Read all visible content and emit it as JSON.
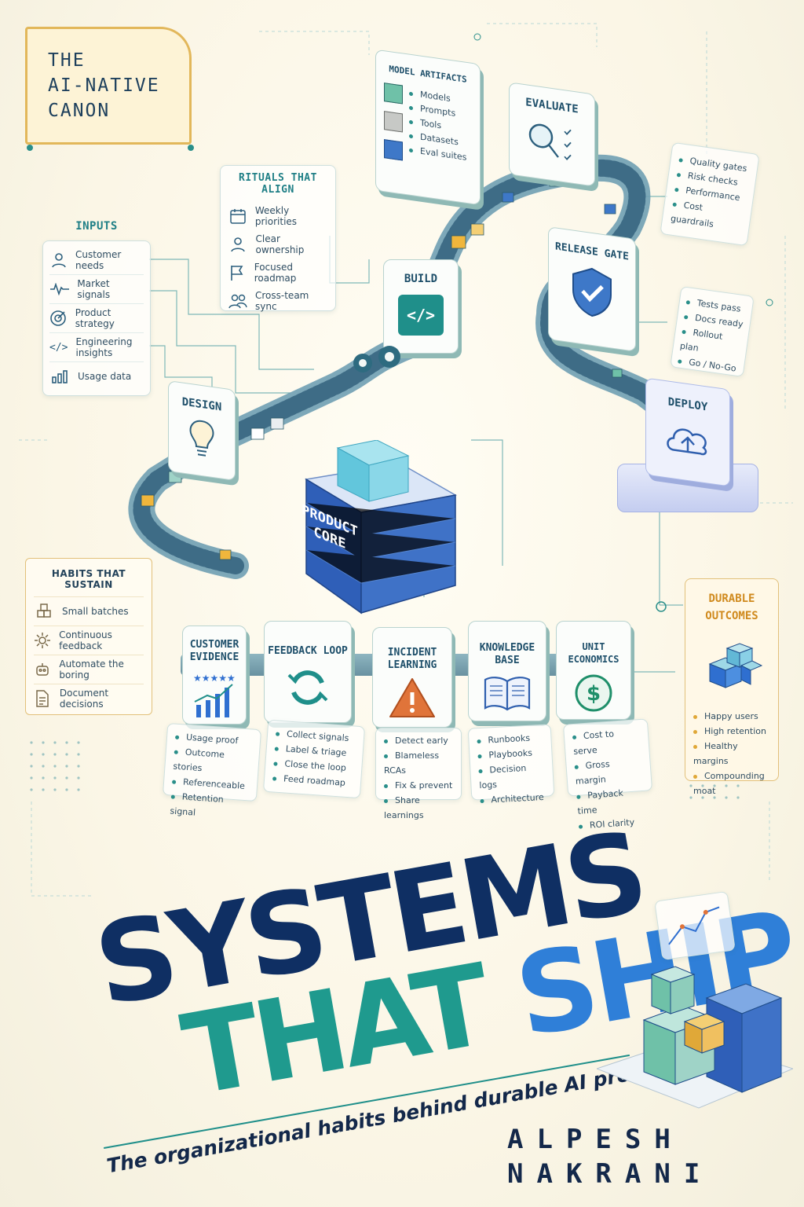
{
  "series_title": [
    "THE",
    "AI-NATIVE",
    "CANON"
  ],
  "inputs": {
    "title": "INPUTS",
    "items": [
      {
        "label": "Customer needs",
        "icon": "user-icon"
      },
      {
        "label": "Market signals",
        "icon": "pulse-icon"
      },
      {
        "label": "Product strategy",
        "icon": "target-icon"
      },
      {
        "label": "Engineering insights",
        "icon": "code-icon"
      },
      {
        "label": "Usage data",
        "icon": "bar-chart-icon"
      }
    ]
  },
  "rituals": {
    "title": "RITUALS THAT ALIGN",
    "items": [
      {
        "label": "Weekly priorities",
        "icon": "calendar-icon"
      },
      {
        "label": "Clear ownership",
        "icon": "user-icon"
      },
      {
        "label": "Focused roadmap",
        "icon": "flag-icon"
      },
      {
        "label": "Cross-team sync",
        "icon": "team-icon"
      }
    ]
  },
  "artifacts": {
    "title": "MODEL ARTIFACTS",
    "items": [
      "Models",
      "Prompts",
      "Tools",
      "Datasets",
      "Eval suites"
    ]
  },
  "stages": {
    "evaluate": "EVALUATE",
    "build": "BUILD",
    "design": "DESIGN",
    "release_gate": "RELEASE GATE",
    "deploy": "DEPLOY"
  },
  "quality": [
    "Quality gates",
    "Risk checks",
    "Performance",
    "Cost guardrails"
  ],
  "release_checks": [
    "Tests pass",
    "Docs ready",
    "Rollout plan",
    "Go / No-Go"
  ],
  "core": [
    "PRODUCT",
    "CORE"
  ],
  "habits": {
    "title": "HABITS THAT SUSTAIN",
    "items": [
      {
        "label": "Small batches",
        "icon": "boxes-icon"
      },
      {
        "label": "Continuous feedback",
        "icon": "gear-icon"
      },
      {
        "label": "Automate the boring",
        "icon": "robot-icon"
      },
      {
        "label": "Document decisions",
        "icon": "document-icon"
      }
    ]
  },
  "modules": [
    {
      "title": [
        "CUSTOMER",
        "EVIDENCE"
      ],
      "icon": "evidence-chart-icon",
      "bullets": [
        "Usage proof",
        "Outcome stories",
        "Referenceable",
        "Retention signal"
      ]
    },
    {
      "title": [
        "FEEDBACK LOOP"
      ],
      "icon": "refresh-icon",
      "bullets": [
        "Collect signals",
        "Label & triage",
        "Close the loop",
        "Feed roadmap"
      ]
    },
    {
      "title": [
        "INCIDENT",
        "LEARNING"
      ],
      "icon": "warning-icon",
      "bullets": [
        "Detect early",
        "Blameless RCAs",
        "Fix & prevent",
        "Share learnings"
      ]
    },
    {
      "title": [
        "KNOWLEDGE",
        "BASE"
      ],
      "icon": "book-icon",
      "bullets": [
        "Runbooks",
        "Playbooks",
        "Decision logs",
        "Architecture"
      ]
    },
    {
      "title": [
        "UNIT",
        "ECONOMICS"
      ],
      "icon": "dollar-icon",
      "bullets": [
        "Cost to serve",
        "Gross margin",
        "Payback time",
        "ROI clarity"
      ]
    }
  ],
  "outcomes": {
    "title": [
      "DURABLE",
      "OUTCOMES"
    ],
    "items": [
      "Happy users",
      "High retention",
      "Healthy margins",
      "Compounding moat"
    ]
  },
  "book": {
    "title_line1": "SYSTEMS",
    "title_line2a": "THAT",
    "title_line2b": "SHIP",
    "subtitle": "The organizational habits behind durable AI products",
    "author_first": "ALPESH",
    "author_last": "NAKRANI"
  },
  "colors": {
    "navy": "#10305e",
    "teal": "#1f8f8a",
    "blue": "#2f6fd0",
    "amber": "#e0a838",
    "accent": "#2a8f8a"
  }
}
